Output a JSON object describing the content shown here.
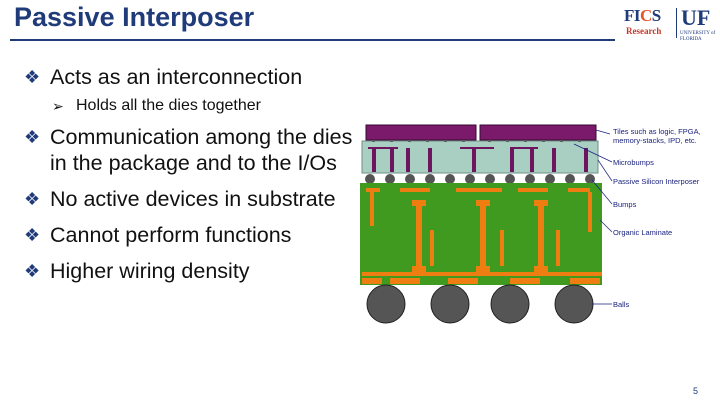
{
  "slide": {
    "title": "Passive Interposer",
    "page_number": "5"
  },
  "logo": {
    "fics_prefix": "F",
    "fics_mid": "I",
    "fics_c": "C",
    "fics_end": "S",
    "research": "Research",
    "uf": "UF",
    "uf_sub_line1": "UNIVERSITY of",
    "uf_sub_line2": "FLORIDA"
  },
  "bullets": [
    {
      "level": 1,
      "text": "Acts as an interconnection"
    },
    {
      "level": 2,
      "text": "Holds all the dies together"
    },
    {
      "level": 1,
      "text": "Communication among the dies in the package and to the I/Os"
    },
    {
      "level": 1,
      "text": "No active devices in substrate"
    },
    {
      "level": 1,
      "text": "Cannot perform functions"
    },
    {
      "level": 1,
      "text": "Higher wiring density"
    }
  ],
  "diagram": {
    "labels": {
      "tiles_line1": "Tiles such as logic, FPGA,",
      "tiles_line2": "memory-stacks, IPD, etc.",
      "microbumps": "Microbumps",
      "interposer": "Passive Silicon Interposer",
      "bumps": "Bumps",
      "laminate": "Organic Laminate",
      "balls": "Balls"
    },
    "colors": {
      "tile": "#7b1a6b",
      "interposer": "#a9cfc3",
      "laminate": "#3f9a1f",
      "trace": "#ee7d12",
      "ball": "#555555",
      "label": "#1a237e"
    }
  },
  "icons": {
    "level1": "four-diamond-icon",
    "level2": "arrowhead-icon"
  }
}
